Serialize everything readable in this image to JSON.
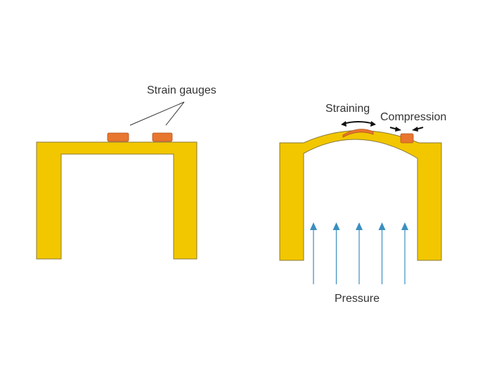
{
  "colors": {
    "frame": "#f2c700",
    "frame_outline": "#8a7a3a",
    "gauge": "#e8762e",
    "gauge_outline": "#b45420",
    "pressure_arrow": "#3a8fc0",
    "text": "#333333",
    "background": "#ffffff"
  },
  "labels": {
    "strain_gauges": "Strain gauges",
    "straining": "Straining",
    "compression": "Compression",
    "pressure": "Pressure"
  },
  "pressure_arrow_count": 5
}
